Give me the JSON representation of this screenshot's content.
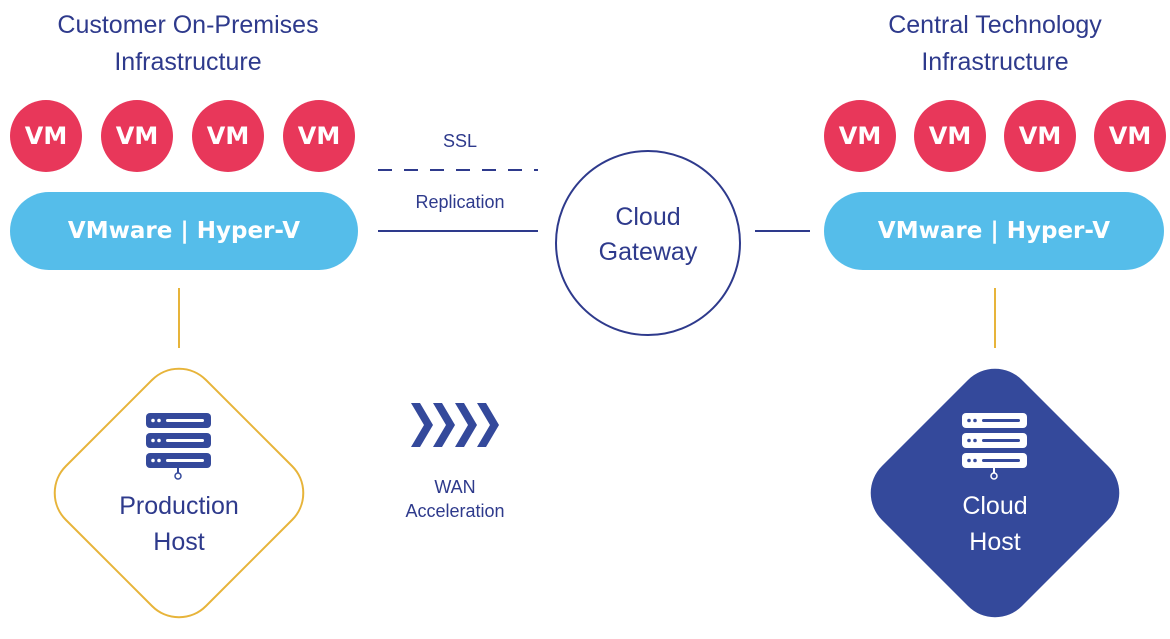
{
  "left": {
    "title_line1": "Customer On-Premises",
    "title_line2": "Infrastructure",
    "vms": [
      "VM",
      "VM",
      "VM",
      "VM"
    ],
    "hypervisor": "VMware | Hyper-V",
    "host_line1": "Production",
    "host_line2": "Host"
  },
  "right": {
    "title_line1": "Central Technology",
    "title_line2": "Infrastructure",
    "vms": [
      "VM",
      "VM",
      "VM",
      "VM"
    ],
    "hypervisor": "VMware | Hyper-V",
    "host_line1": "Cloud",
    "host_line2": "Host"
  },
  "connections": {
    "ssl_label": "SSL",
    "replication_label": "Replication"
  },
  "gateway": {
    "line1": "Cloud",
    "line2": "Gateway"
  },
  "wan": {
    "line1": "WAN",
    "line2": "Acceleration"
  },
  "colors": {
    "navy": "#2e3a8c",
    "vm_red": "#e8375a",
    "hypervisor_blue": "#55bdea",
    "gold": "#e7b43a",
    "cloud_host_fill": "#34499b"
  }
}
